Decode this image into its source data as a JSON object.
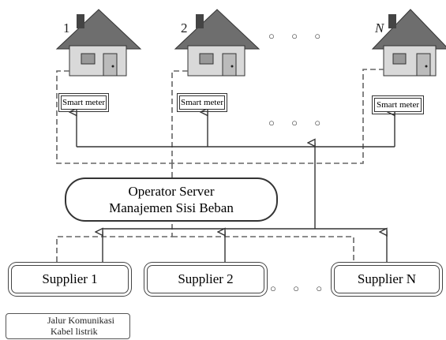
{
  "houses": [
    {
      "label": "1"
    },
    {
      "label": "2"
    },
    {
      "label": "N"
    }
  ],
  "smart_meter_label": "Smart meter",
  "server": {
    "line1": "Operator Server",
    "line2": "Manajemen Sisi Beban"
  },
  "suppliers": [
    {
      "label": "Supplier 1"
    },
    {
      "label": "Supplier 2"
    },
    {
      "label": "Supplier N"
    }
  ],
  "ellipsis": "○ ○ ○",
  "legend": {
    "communication": "Jalur Komunikasi",
    "power": "Kabel listrik"
  },
  "colors": {
    "roof": "#6e6e6e",
    "wall": "#d9d9d9",
    "line": "#444444",
    "dashed": "#666666"
  }
}
